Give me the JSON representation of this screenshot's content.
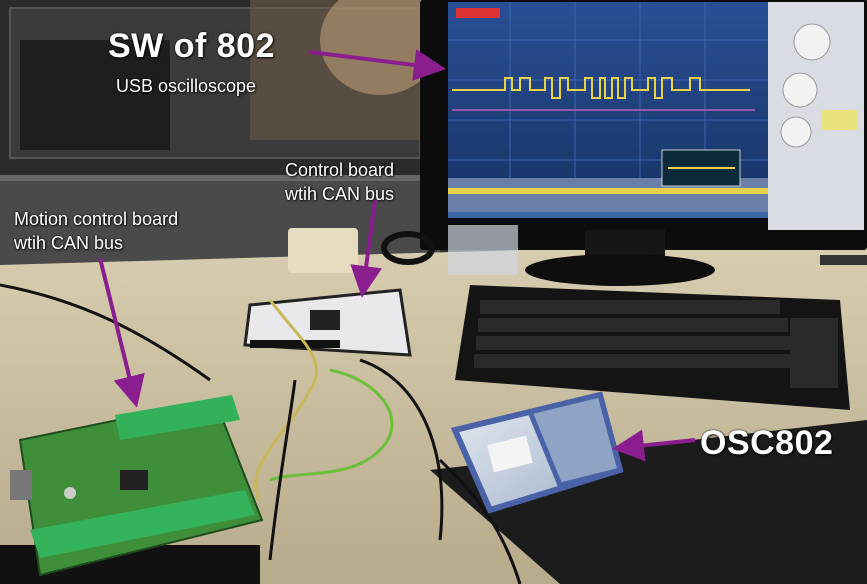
{
  "annotations": {
    "sw_title": "SW of 802",
    "sw_subtitle": "USB oscilloscope",
    "control_board_line1": "Control board",
    "control_board_line2": "wtih CAN bus",
    "motion_board_line1": "Motion control board",
    "motion_board_line2": "wtih CAN bus",
    "osc_label": "OSC802"
  },
  "colors": {
    "arrow": "#8b1e8f",
    "screen": "#1d3f7d",
    "signal": "#e8d24a",
    "pcb": "#3f8f3a"
  },
  "icons": [
    "monitor",
    "keyboard",
    "oscilloscope-device",
    "motion-pcb",
    "control-pcb",
    "arrow"
  ]
}
